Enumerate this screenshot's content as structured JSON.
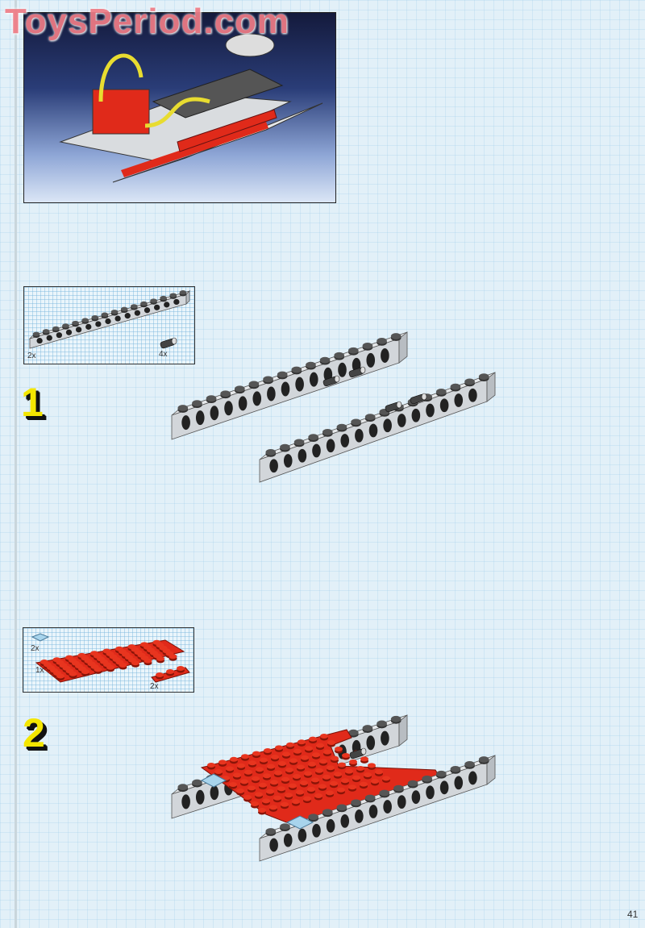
{
  "watermark": "ToysPeriod.com",
  "hero": {
    "label": "completed-model-preview"
  },
  "steps": [
    {
      "number": "1",
      "parts": [
        {
          "qty": "2x",
          "part": "technic-beam-16"
        },
        {
          "qty": "4x",
          "part": "technic-pin"
        }
      ]
    },
    {
      "number": "2",
      "parts": [
        {
          "qty": "2x",
          "part": "plate-1x1-light-blue"
        },
        {
          "qty": "1x",
          "part": "plate-6x10-red"
        },
        {
          "qty": "2x",
          "part": "plate-1x4-red"
        }
      ]
    }
  ],
  "colors": {
    "red": "#e02a1a",
    "beam": "#e6e8ea",
    "yellow": "#f4e600",
    "lightblue": "#a8d4ec"
  },
  "page_number": "41"
}
